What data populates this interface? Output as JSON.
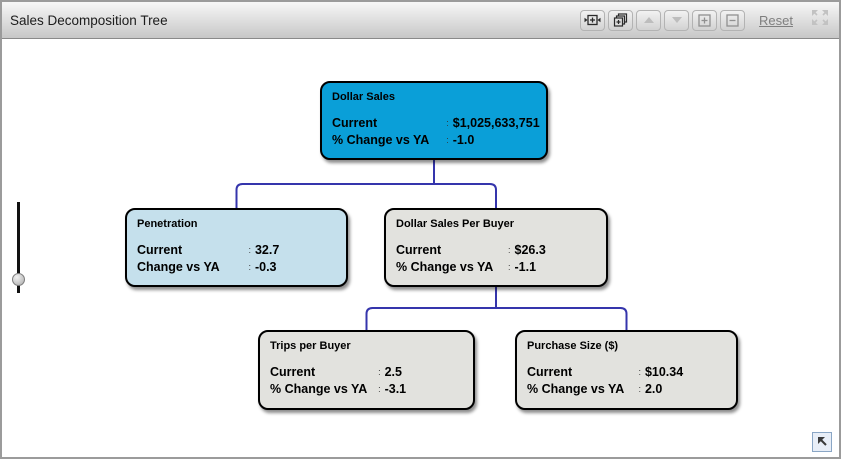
{
  "window": {
    "title": "Sales Decomposition Tree"
  },
  "toolbar": {
    "buttons": [
      {
        "icon": "fit-width-icon",
        "enabled": true
      },
      {
        "icon": "cascade-windows-icon",
        "enabled": true
      },
      {
        "icon": "collapse-up-icon",
        "enabled": false
      },
      {
        "icon": "expand-down-icon",
        "enabled": false
      },
      {
        "icon": "zoom-in-box-icon",
        "enabled": false
      },
      {
        "icon": "zoom-out-box-icon",
        "enabled": false
      }
    ],
    "reset_label": "Reset",
    "expand_icon": "expand-arrows-icon"
  },
  "separator": ":",
  "tree": {
    "nodes": [
      {
        "id": "dollar-sales",
        "title": "Dollar Sales",
        "color": "#0a9fd8",
        "rows": [
          {
            "label": "Current",
            "value": "$1,025,633,751"
          },
          {
            "label": "% Change vs YA",
            "value": "-1.0"
          }
        ]
      },
      {
        "id": "penetration",
        "title": "Penetration",
        "color": "#c5e0ec",
        "rows": [
          {
            "label": "Current",
            "value": "32.7"
          },
          {
            "label": "Change vs YA",
            "value": "-0.3"
          }
        ]
      },
      {
        "id": "dollar-sales-per-buyer",
        "title": "Dollar Sales Per Buyer",
        "color": "#e2e2de",
        "rows": [
          {
            "label": "Current",
            "value": "$26.3"
          },
          {
            "label": "% Change vs YA",
            "value": "-1.1"
          }
        ]
      },
      {
        "id": "trips-per-buyer",
        "title": "Trips per Buyer",
        "color": "#e2e2de",
        "rows": [
          {
            "label": "Current",
            "value": "2.5"
          },
          {
            "label": "% Change vs YA",
            "value": "-3.1"
          }
        ]
      },
      {
        "id": "purchase-size",
        "title": "Purchase Size ($)",
        "color": "#e2e2de",
        "rows": [
          {
            "label": "Current",
            "value": "$10.34"
          },
          {
            "label": "% Change vs YA",
            "value": "2.0"
          }
        ]
      }
    ],
    "connector_color": "#3535ac"
  }
}
